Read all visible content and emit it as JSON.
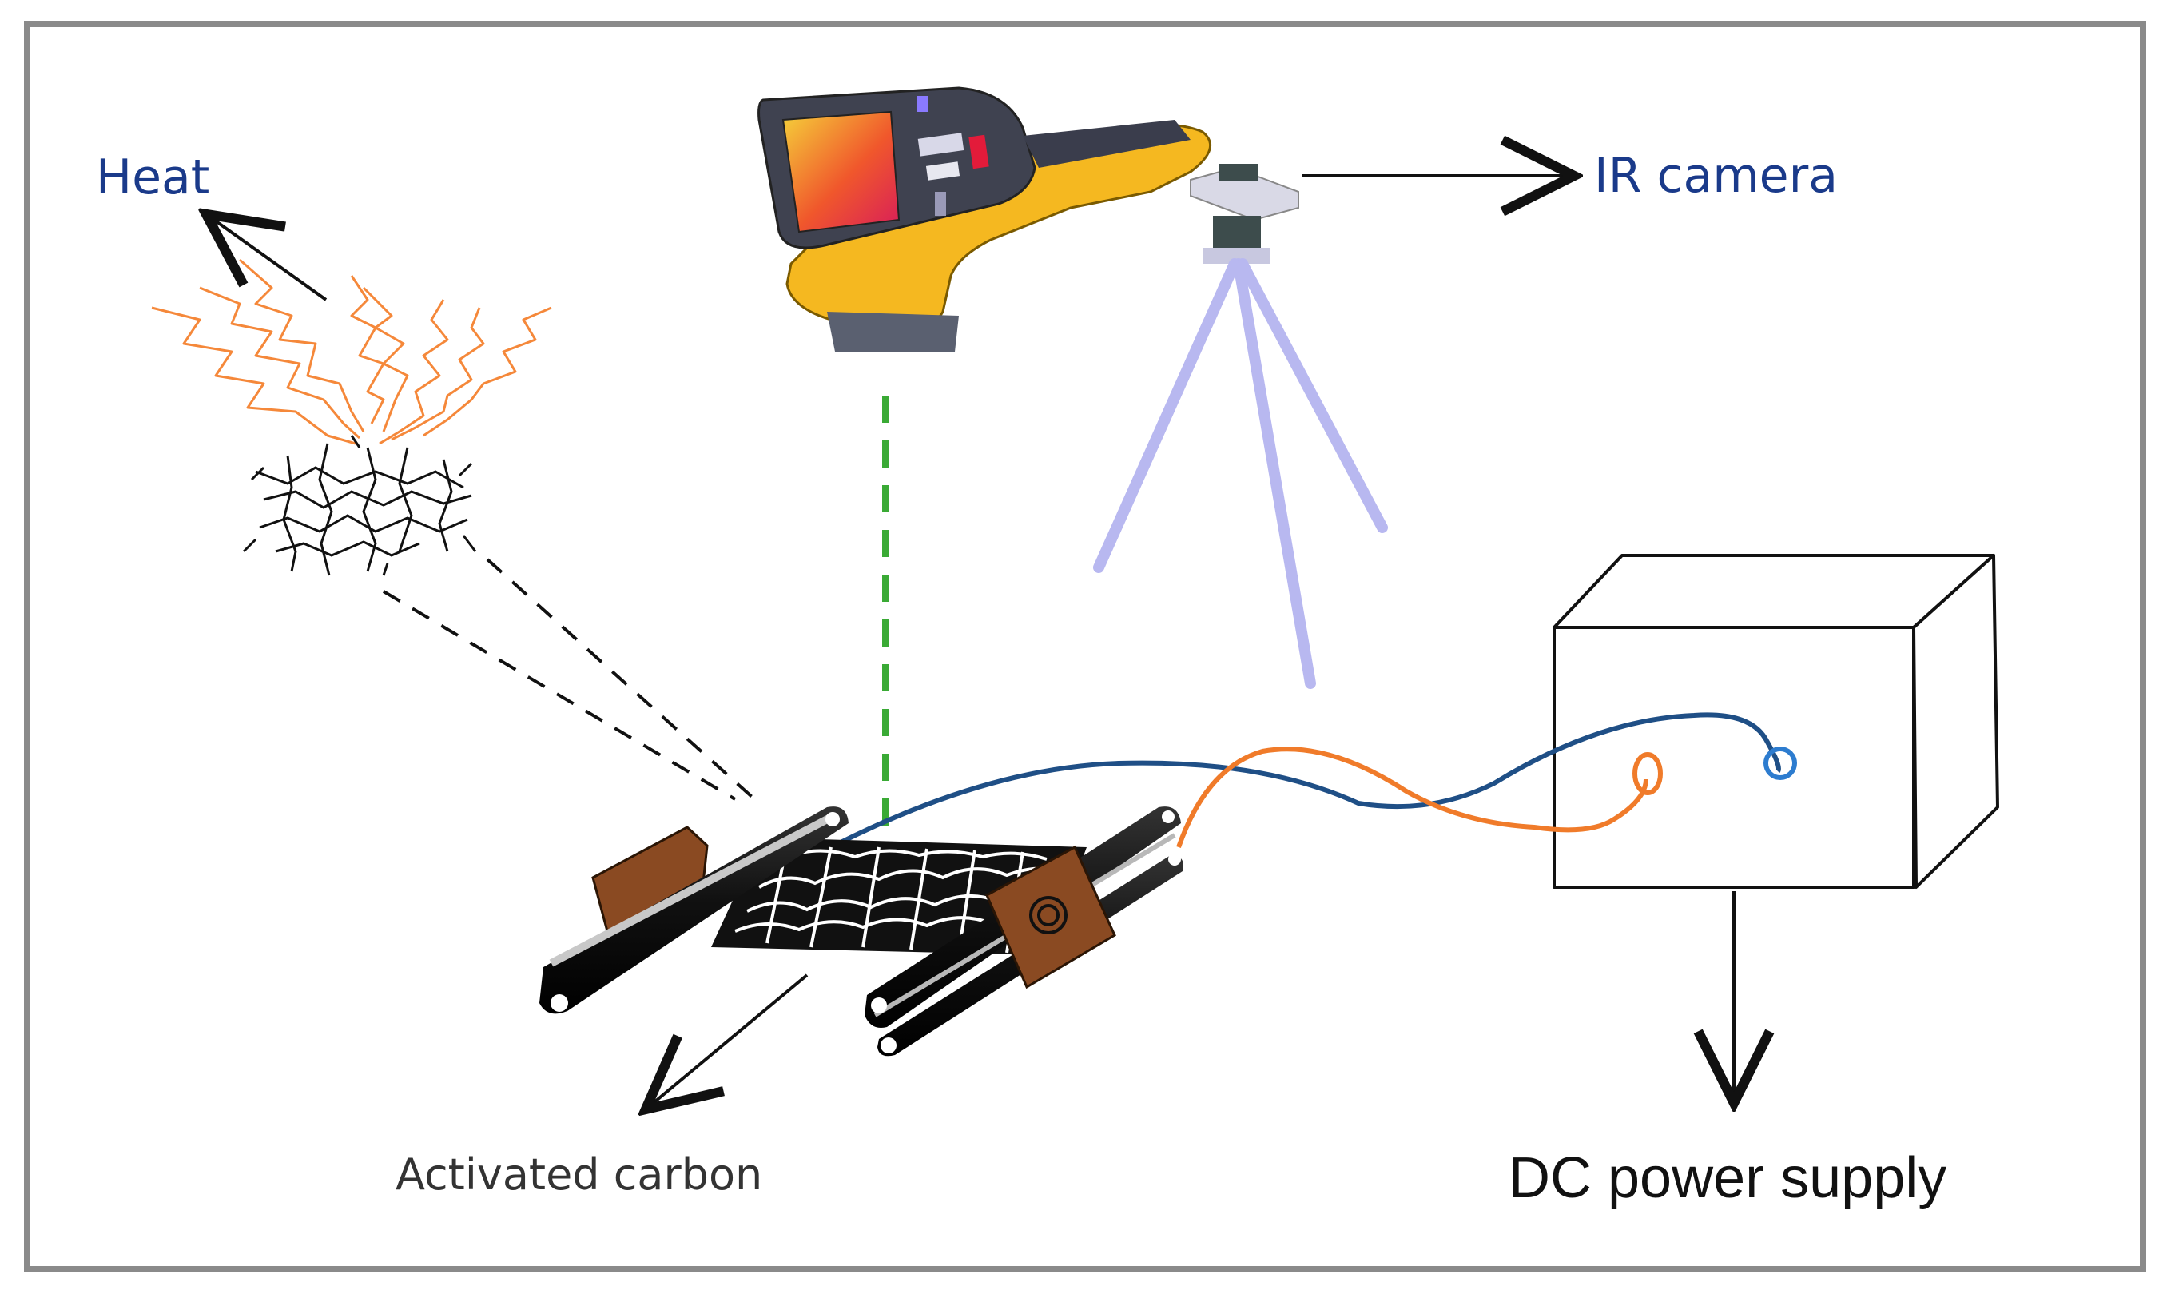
{
  "labels": {
    "heat": "Heat",
    "ir_camera": "IR camera",
    "activated_carbon": "Activated carbon",
    "dc_power_supply": "DC power supply"
  },
  "colors": {
    "heat_waves": "#f5883a",
    "blue_wire": "#1f4f86",
    "orange_wire": "#f07b2a",
    "ir_beam": "#3aaa35",
    "tripod": "#b8b8f0",
    "camera_body": "#f5b820",
    "camera_panel": "#3f4250",
    "brown_clamp": "#8a4a22",
    "label_blue": "#1a3a8a",
    "frame": "#888888"
  },
  "icons": {
    "camera": "thermal-camera-icon",
    "tripod": "tripod-icon",
    "power_box": "power-supply-box-icon",
    "mesh": "carbon-mesh-icon"
  }
}
